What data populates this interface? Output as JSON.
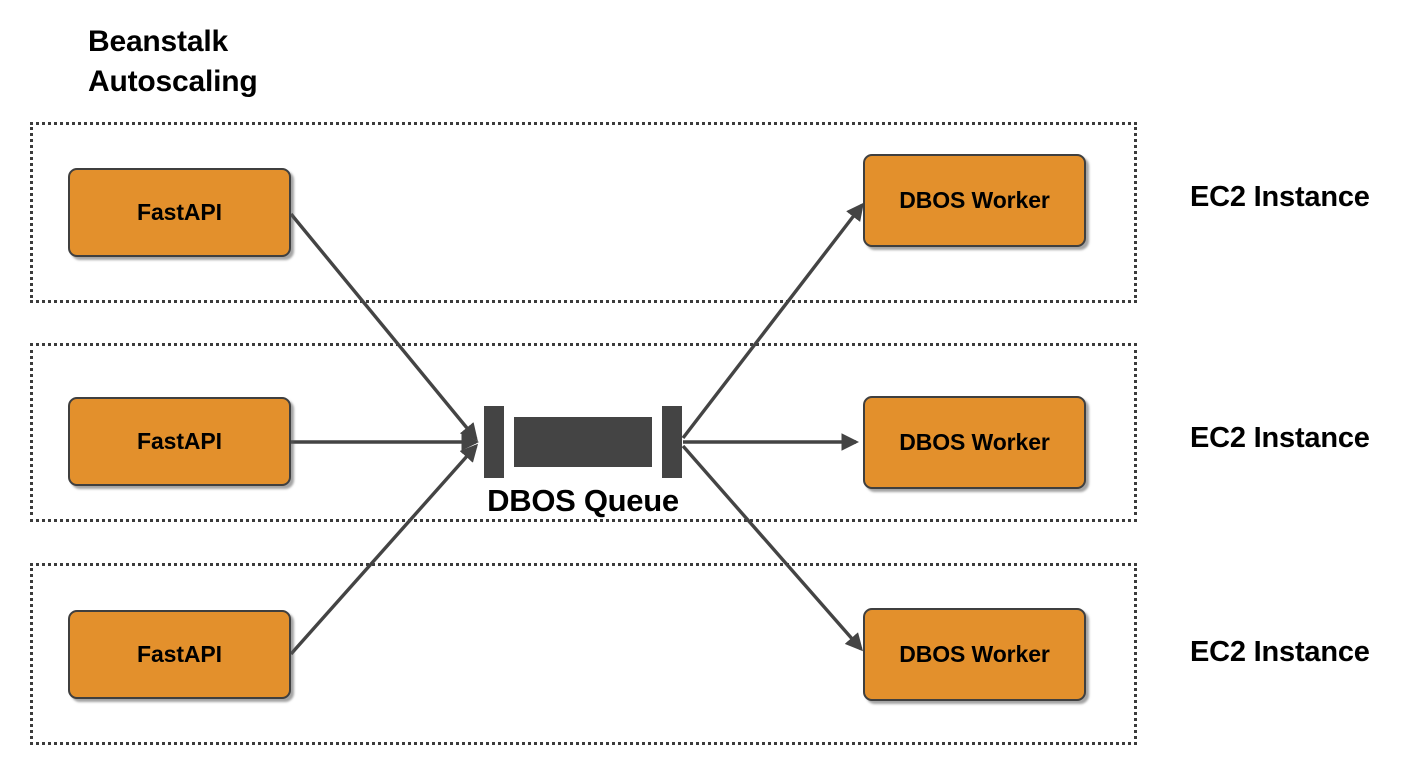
{
  "title": "Beanstalk\nAutoscaling",
  "colors": {
    "node_fill": "#e3902c",
    "node_border": "#3f3f3f",
    "queue_fill": "#444444",
    "group_border": "#3b3b3b",
    "arrow": "#444444",
    "text": "#000000",
    "background": "#ffffff"
  },
  "queue": {
    "label": "DBOS Queue",
    "icon_name": "queue-h-bar-glyph"
  },
  "rows": [
    {
      "source_label": "FastAPI",
      "target_label": "DBOS Worker",
      "group_label": "EC2 Instance"
    },
    {
      "source_label": "FastAPI",
      "target_label": "DBOS Worker",
      "group_label": "EC2 Instance"
    },
    {
      "source_label": "FastAPI",
      "target_label": "DBOS Worker",
      "group_label": "EC2 Instance"
    }
  ],
  "arrows": {
    "inbound_count": 3,
    "outbound_count": 3,
    "inbound_direction": "fastapi-to-queue",
    "outbound_direction": "queue-to-worker"
  }
}
